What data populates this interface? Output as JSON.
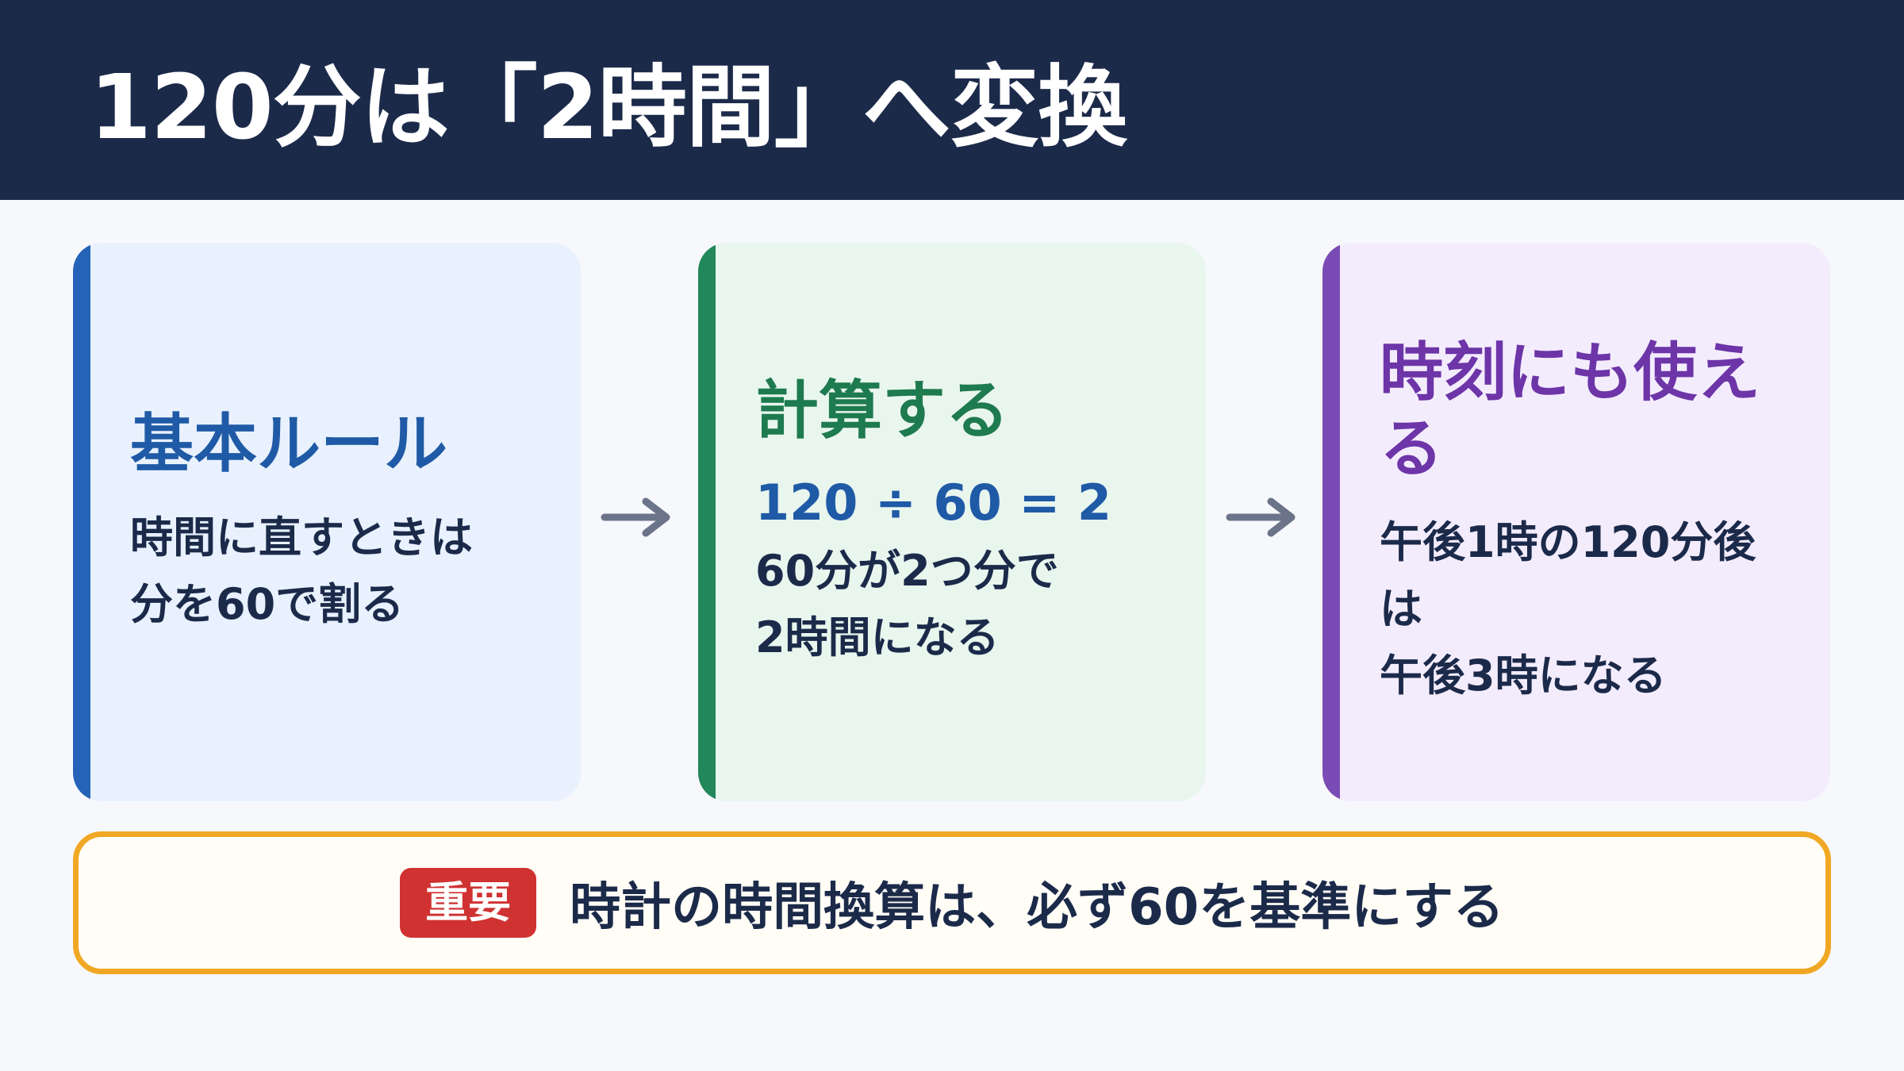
{
  "header": {
    "title": "120分は「2時間」へ変換"
  },
  "cards": [
    {
      "title": "基本ルール",
      "body_lines": [
        "時間に直すときは",
        "分を60で割る"
      ]
    },
    {
      "title": "計算する",
      "formula": "120 ÷ 60 = 2",
      "body_lines": [
        "60分が2つ分で",
        "2時間になる"
      ]
    },
    {
      "title": "時刻にも使える",
      "body_lines": [
        "午後1時の120分後は",
        "午後3時になる"
      ]
    }
  ],
  "note": {
    "badge": "重要",
    "text": "時計の時間換算は、必ず60を基準にする"
  },
  "colors": {
    "header_bg": "#1c2a4a",
    "card1_accent": "#2563b8",
    "card2_accent": "#22875a",
    "card3_accent": "#7b4bb5",
    "note_border": "#f0a824",
    "badge_bg": "#d03232"
  },
  "icons": [
    "arrow-right-icon",
    "arrow-right-icon"
  ]
}
